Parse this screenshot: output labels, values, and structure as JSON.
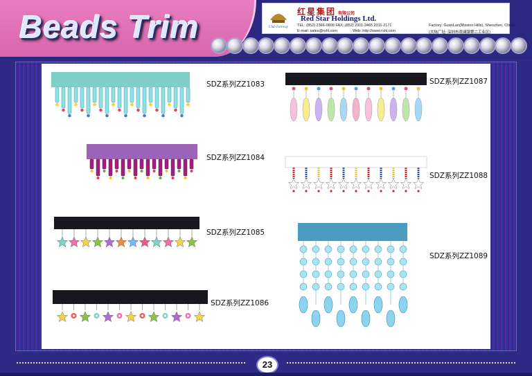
{
  "header": {
    "title": "Beads Trim",
    "company_cn": "红星集团",
    "company_cn_sub": "有限公司",
    "company_en": "Red Star Holdings Ltd.",
    "tel": "TEL: (852) 2366-0809  FAX: (852) 2311-2465   2311-2171",
    "email": "E-mail: sales@rshl.com",
    "web": "Web: http://www.rshl.com",
    "factory_en": "Factory: GuanLan(Mission Hills), Shenzhen, China",
    "factory_cn": "(大陆厂址: 深圳市观澜镇第二工业区)"
  },
  "products": [
    {
      "code": "SDZ系列ZZ1083",
      "tape_color": "#7fcfc9"
    },
    {
      "code": "SDZ系列ZZ1084",
      "tape_color": "#9b64b8"
    },
    {
      "code": "SDZ系列ZZ1085",
      "tape_color": "#17171d"
    },
    {
      "code": "SDZ系列ZZ1086",
      "tape_color": "#17171d"
    },
    {
      "code": "SDZ系列ZZ1087",
      "tape_color": "#17171d"
    },
    {
      "code": "SDZ系列ZZ1088",
      "tape_color": "#ffffff"
    },
    {
      "code": "SDZ系列ZZ1089",
      "tape_color": "#4a9cc0"
    }
  ],
  "footer": {
    "page_number": "23"
  }
}
